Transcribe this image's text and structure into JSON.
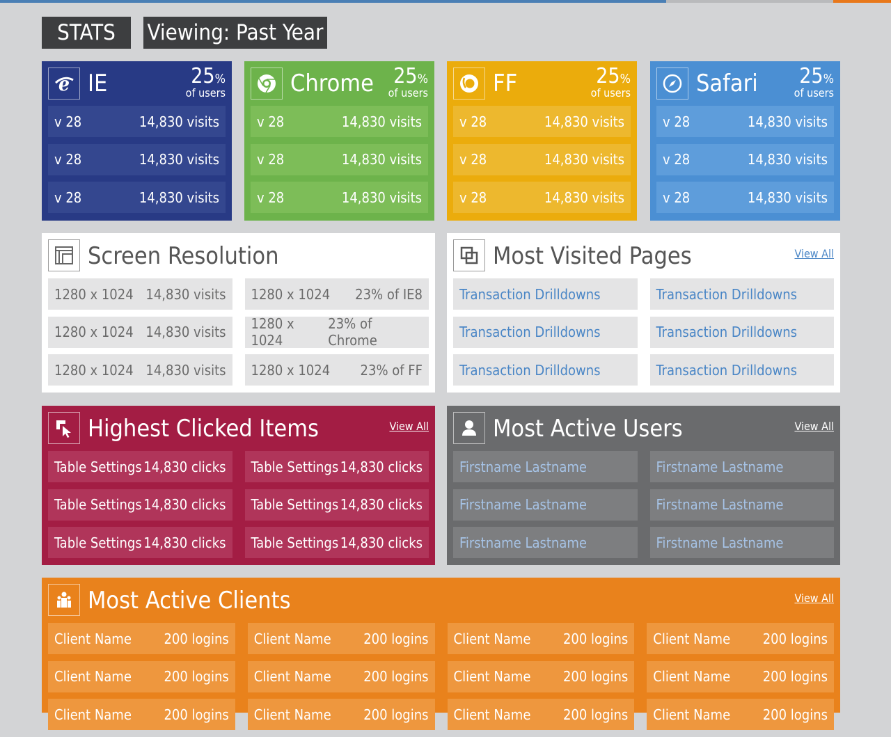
{
  "header": {
    "stats_label": "STATS",
    "viewing_label": "Viewing: Past Year"
  },
  "browsers": [
    {
      "name": "IE",
      "percent": "25",
      "percent_symbol": "%",
      "percent_sub": "of users",
      "icon": "ie-icon",
      "rows": [
        {
          "version": "v 28",
          "visits": "14,830 visits"
        },
        {
          "version": "v 28",
          "visits": "14,830 visits"
        },
        {
          "version": "v 28",
          "visits": "14,830 visits"
        }
      ]
    },
    {
      "name": "Chrome",
      "percent": "25",
      "percent_symbol": "%",
      "percent_sub": "of users",
      "icon": "chrome-icon",
      "rows": [
        {
          "version": "v 28",
          "visits": "14,830 visits"
        },
        {
          "version": "v 28",
          "visits": "14,830 visits"
        },
        {
          "version": "v 28",
          "visits": "14,830 visits"
        }
      ]
    },
    {
      "name": "FF",
      "percent": "25",
      "percent_symbol": "%",
      "percent_sub": "of users",
      "icon": "firefox-icon",
      "rows": [
        {
          "version": "v 28",
          "visits": "14,830 visits"
        },
        {
          "version": "v 28",
          "visits": "14,830 visits"
        },
        {
          "version": "v 28",
          "visits": "14,830 visits"
        }
      ]
    },
    {
      "name": "Safari",
      "percent": "25",
      "percent_symbol": "%",
      "percent_sub": "of users",
      "icon": "safari-icon",
      "rows": [
        {
          "version": "v 28",
          "visits": "14,830 visits"
        },
        {
          "version": "v 28",
          "visits": "14,830 visits"
        },
        {
          "version": "v 28",
          "visits": "14,830 visits"
        }
      ]
    }
  ],
  "screen_resolution": {
    "title": "Screen Resolution",
    "icon": "resolution-icon",
    "left": [
      {
        "res": "1280 x 1024",
        "value": "14,830 visits"
      },
      {
        "res": "1280 x 1024",
        "value": "14,830 visits"
      },
      {
        "res": "1280 x 1024",
        "value": "14,830 visits"
      }
    ],
    "right": [
      {
        "res": "1280 x 1024",
        "value": "23% of IE8"
      },
      {
        "res": "1280 x 1024",
        "value": "23% of Chrome"
      },
      {
        "res": "1280 x 1024",
        "value": "23% of FF"
      }
    ]
  },
  "most_visited": {
    "title": "Most Visited Pages",
    "view_all": "View All",
    "icon": "pages-icon",
    "items": [
      "Transaction Drilldowns",
      "Transaction Drilldowns",
      "Transaction Drilldowns",
      "Transaction Drilldowns",
      "Transaction Drilldowns",
      "Transaction Drilldowns"
    ]
  },
  "highest_clicked": {
    "title": "Highest Clicked Items",
    "view_all": "View All",
    "icon": "cursor-icon",
    "items": [
      {
        "name": "Table Settings",
        "value": "14,830 clicks"
      },
      {
        "name": "Table Settings",
        "value": "14,830 clicks"
      },
      {
        "name": "Table Settings",
        "value": "14,830 clicks"
      },
      {
        "name": "Table Settings",
        "value": "14,830 clicks"
      },
      {
        "name": "Table Settings",
        "value": "14,830 clicks"
      },
      {
        "name": "Table Settings",
        "value": "14,830 clicks"
      }
    ]
  },
  "most_active_users": {
    "title": "Most Active Users",
    "view_all": "View All",
    "icon": "user-icon",
    "items": [
      "Firstname Lastname",
      "Firstname Lastname",
      "Firstname Lastname",
      "Firstname Lastname",
      "Firstname Lastname",
      "Firstname Lastname"
    ]
  },
  "most_active_clients": {
    "title": "Most Active Clients",
    "view_all": "View All",
    "icon": "clients-icon",
    "items": [
      {
        "name": "Client Name",
        "value": "200 logins"
      },
      {
        "name": "Client Name",
        "value": "200 logins"
      },
      {
        "name": "Client Name",
        "value": "200 logins"
      },
      {
        "name": "Client Name",
        "value": "200 logins"
      },
      {
        "name": "Client Name",
        "value": "200 logins"
      },
      {
        "name": "Client Name",
        "value": "200 logins"
      },
      {
        "name": "Client Name",
        "value": "200 logins"
      },
      {
        "name": "Client Name",
        "value": "200 logins"
      },
      {
        "name": "Client Name",
        "value": "200 logins"
      },
      {
        "name": "Client Name",
        "value": "200 logins"
      },
      {
        "name": "Client Name",
        "value": "200 logins"
      },
      {
        "name": "Client Name",
        "value": "200 logins"
      }
    ]
  },
  "colors": {
    "ie": "#283a85",
    "chrome": "#6db34b",
    "firefox": "#ebac0c",
    "safari": "#4b8fd3",
    "clicked": "#a31d44",
    "users": "#6a6b6d",
    "clients": "#e9821c",
    "link": "#4a86c6"
  }
}
